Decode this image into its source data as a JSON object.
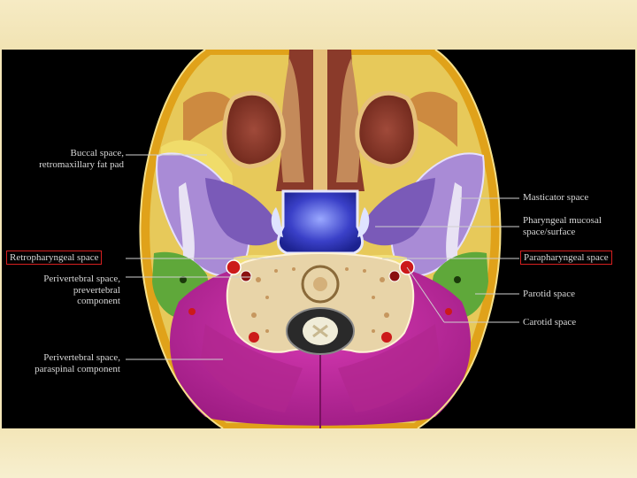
{
  "labels": {
    "buccal_space": "Buccal space,",
    "buccal_space_2": "retromaxillary fat pad",
    "retropharyngeal_space": "Retropharyngeal space",
    "perivertebral_prevertebral": "Perivertebral space,",
    "perivertebral_prevertebral_2": "prevertebral",
    "perivertebral_prevertebral_3": "component",
    "perivertebral_paraspinal": "Perivertebral space,",
    "perivertebral_paraspinal_2": "paraspinal component",
    "masticator_space": "Masticator space",
    "pharyngeal_mucosal": "Pharyngeal mucosal",
    "pharyngeal_mucosal_2": "space/surface",
    "parapharyngeal_space": "Parapharyngeal space",
    "parotid_space": "Parotid space",
    "carotid_space": "Carotid space"
  },
  "colors": {
    "slide_background": "#f3e6b8",
    "panel_background": "#000000",
    "label_text": "#d8d8d8",
    "highlight_box": "#d62020",
    "head_outline": "#e0a21a",
    "fat": "#e7c95a",
    "masticator": "#a98bd6",
    "pharynx": "#2c34b8",
    "paraspinal": "#c02aa0",
    "parotid": "#5fa83a",
    "bone": "#e8d4a8"
  }
}
